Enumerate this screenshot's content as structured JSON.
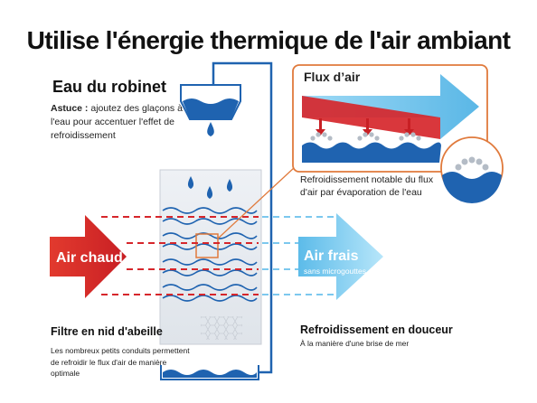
{
  "title": "Utilise l'énergie thermique de l'air ambiant",
  "tap_water": {
    "heading": "Eau du robinet",
    "tip_label": "Astuce :",
    "tip_text": " ajoutez des glaçons à l'eau pour accentuer l'effet de refroidissement"
  },
  "airflow_box": {
    "heading": "Flux d’air",
    "description": "Refroidissement notable du flux d'air par évaporation de l'eau"
  },
  "warm_air": {
    "label": "Air chaud"
  },
  "cool_air": {
    "label": "Air frais",
    "sublabel": "sans microgouttes"
  },
  "filter": {
    "heading": "Filtre en nid d'abeille",
    "description": "Les nombreux petits conduits permettent de refroidir le flux d'air de manière optimale"
  },
  "gentle_cooling": {
    "heading": "Refroidissement en douceur",
    "description": "À la manière d'une brise de mer"
  },
  "colors": {
    "warm_red": "#d6262b",
    "water_blue": "#1f63b0",
    "cool_blue": "#8fd3f3",
    "frame_orange": "#e07a3c"
  },
  "icons": [
    "water-drop-icon",
    "arrow-icon",
    "honeycomb-icon",
    "wave-icon"
  ]
}
